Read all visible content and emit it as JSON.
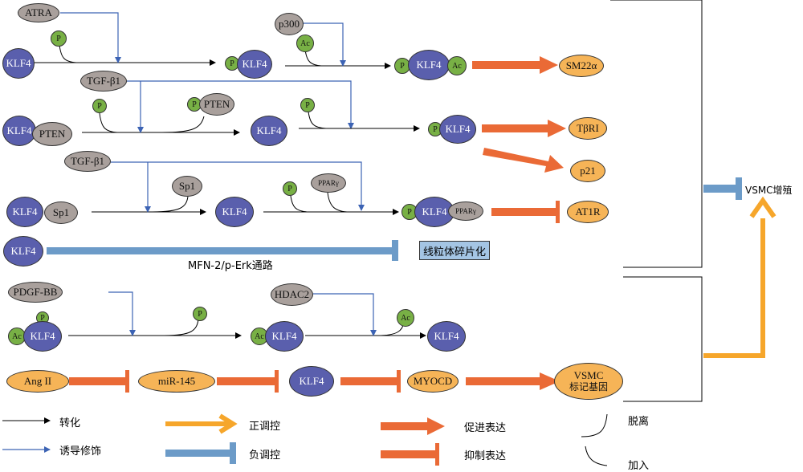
{
  "nodes": {
    "klf4": "KLF4",
    "atra": "ATRA",
    "p300": "p300",
    "tgfb1": "TGF-β1",
    "pten": "PTEN",
    "sp1": "Sp1",
    "ppar": "PPARγ",
    "pdgfbb": "PDGF-BB",
    "hdac2": "HDAC2",
    "ang2": "Ang II",
    "mir145": "miR-145",
    "myocd": "MYOCD",
    "p": "P",
    "ac": "Ac"
  },
  "targets": {
    "sm22a": "SM22α",
    "tbri": "TβRI",
    "p21": "p21",
    "at1r": "AT1R",
    "mito": "线粒体碎片化",
    "vsmc_prolif": "VSMC增殖",
    "vsmc_marker_1": "VSMC",
    "vsmc_marker_2": "标记基因"
  },
  "labels": {
    "pathway": "MFN-2/p-Erk通路"
  },
  "legend": {
    "transform": "转化",
    "induce": "诱导修饰",
    "positive": "正调控",
    "negative": "负调控",
    "promote": "促进表达",
    "inhibit": "抑制表达",
    "detach": "脱离",
    "join": "加入"
  },
  "colors": {
    "orange_arrow": "#ea6a36",
    "yellow_arrow": "#f6a62b",
    "blue_bar": "#6c9bc8",
    "induce_line": "#3c63b4",
    "klf4": "#5a5fad",
    "grey_node": "#a9a09c",
    "green_node": "#78b045",
    "orange_node": "#f6b457"
  }
}
